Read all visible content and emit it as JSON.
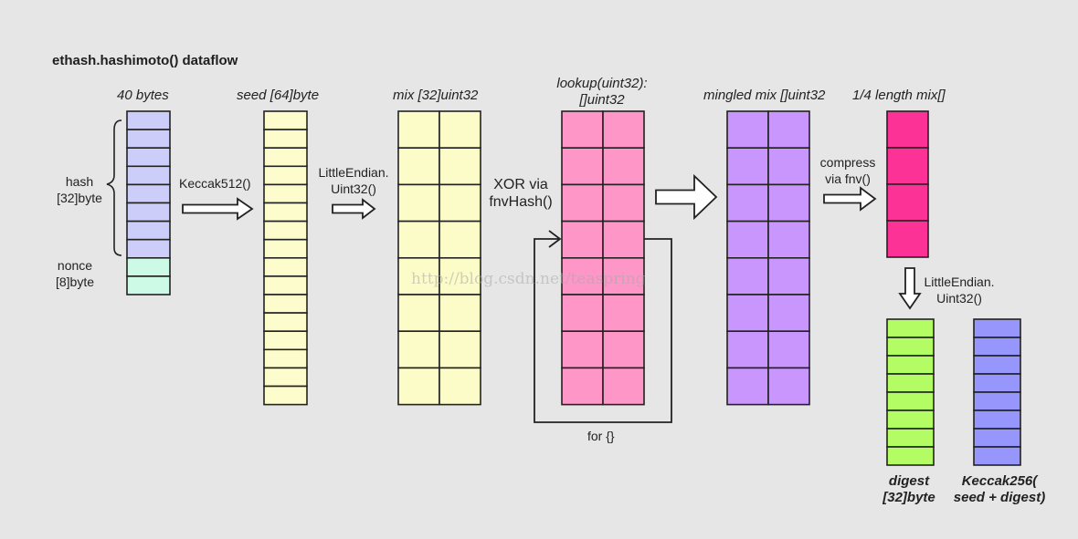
{
  "title": "ethash.hashimoto() dataflow",
  "columns": {
    "bytes40": "40 bytes",
    "seed": "seed [64]byte",
    "mix": "mix [32]uint32",
    "lookup_line1": "lookup(uint32):",
    "lookup_line2": "[]uint32",
    "mingled": "mingled mix []uint32",
    "quarter": "1/4 length mix[]"
  },
  "labels": {
    "hash_line1": "hash",
    "hash_line2": "[32]byte",
    "nonce_line1": "nonce",
    "nonce_line2": "[8]byte",
    "keccak512": "Keccak512()",
    "little_endian_1_line1": "LittleEndian.",
    "little_endian_1_line2": "Uint32()",
    "xor_line1": "XOR via",
    "xor_line2": "fnvHash()",
    "compress_line1": "compress",
    "compress_line2": "via fnv()",
    "little_endian_2_line1": "LittleEndian.",
    "little_endian_2_line2": "Uint32()",
    "for_loop": "for {}",
    "digest_line1": "digest",
    "digest_line2": "[32]byte",
    "result_line1": "Keccak256(",
    "result_line2": "seed + digest)"
  },
  "watermark": "http://blog.csdn.net/teaspring",
  "colors": {
    "hash": "#cdcdfa",
    "nonce": "#cdfae6",
    "seed": "#fcfccc",
    "mix": "#fcfcc8",
    "lookup": "#fe96c8",
    "mingled": "#c896fc",
    "quarter": "#fc3296",
    "digest": "#b4fc64",
    "result": "#9696fc",
    "border": "#222222"
  }
}
